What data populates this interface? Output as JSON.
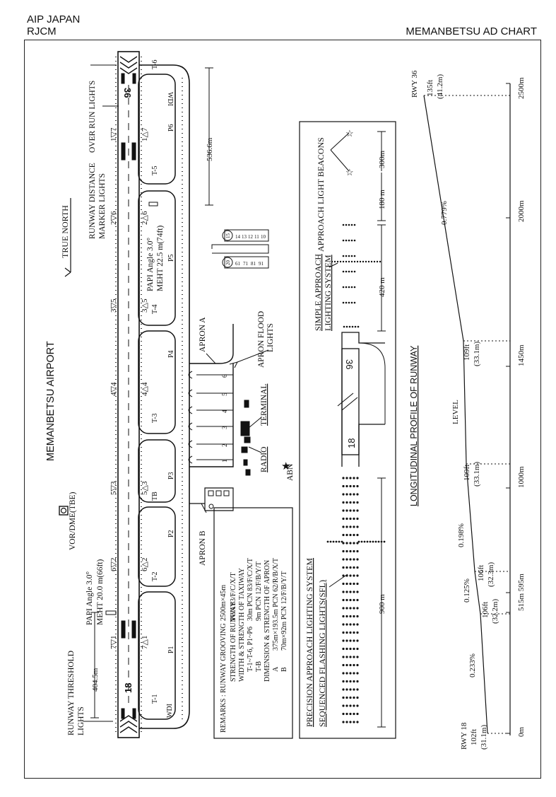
{
  "header": {
    "publication": "AIP JAPAN",
    "location_indicator": "RJCM",
    "chart_title": "MEMANBETSU AD CHART"
  },
  "airport": {
    "name": "MEMANBETSU AIRPORT",
    "true_north": "TRUE NORTH",
    "navaid": "VOR/DME(TBE)",
    "abn": "ABN",
    "radio": "RADIO",
    "terminal": "TERMINAL",
    "apron_flood_lights": "APRON FLOOD LIGHTS",
    "apron_a": "APRON A",
    "apron_b": "APRON B",
    "runway_designator_south": "18",
    "runway_designator_north": "36",
    "wdi": "WDI",
    "taxiways": [
      "T-1",
      "T-2",
      "TB",
      "T-3",
      "T-4",
      "T-5",
      "T-6"
    ],
    "parking": [
      "P1",
      "P2",
      "P3",
      "P4",
      "P5",
      "P6"
    ],
    "distance_markers": [
      "7▽1",
      "7△1",
      "6▽2",
      "6△2",
      "5▽3",
      "5△3",
      "4▽4",
      "4△4",
      "3▽5",
      "3△5",
      "2▽6",
      "2△6",
      "1▽7",
      "1△7"
    ],
    "stands": [
      "1",
      "2",
      "3",
      "4",
      "5",
      "6"
    ],
    "gates_upper": [
      "14",
      "13",
      "12",
      "11",
      "10"
    ],
    "gates_lower": [
      "61",
      "71",
      "81",
      "91"
    ],
    "gate_circle_upper": "15",
    "gate_circle_lower": "20"
  },
  "labels": {
    "runway_threshold_lights": [
      "RUNWAY THRESHOLD",
      "LIGHTS"
    ],
    "runway_distance_marker_lights": [
      "RUNWAY DISTANCE",
      "MARKER LIGHTS"
    ],
    "over_run_lights": "OVER RUN LIGHTS",
    "papi_south": [
      "PAPI Angle 3.0°",
      "MEHT 20.0 m(66ft)"
    ],
    "papi_north": [
      "PAPI Angle 3.0°",
      "MEHT 22.5 m(74ft)"
    ],
    "dist_404": "404.5m",
    "dist_536": "536.6m"
  },
  "remarks": {
    "heading": "REMARKS : RUNWAY GROOVING",
    "rows": [
      {
        "label": "STRENGTH OF RUNWAY",
        "value": "PCN 83/F/C/X/T"
      },
      {
        "label": "WIDTH & STRENGTH OF TAXIWAY",
        "value": ""
      },
      {
        "label": "T-1~T-6, P1~P6",
        "value": "30m    PCN 83/F/C/X/T"
      },
      {
        "label": "T-B",
        "value": "9m      PCN 12/F/B/Y/T"
      },
      {
        "label": "DIMENSION & STRENGTH OF APRON",
        "value": ""
      },
      {
        "label": "A",
        "value": "375m×193.5m   PCN 62/R/B/X/T"
      },
      {
        "label": "B",
        "value": "70m×92m       PCN 12/F/B/Y/T"
      }
    ],
    "grooving_value": "2500m×45m"
  },
  "lighting": {
    "precision_title": "PRECISION APPROACH LIGHTING SYSTEM",
    "sfl": "SEQUENCED FLASHING LIGHTS(SFL)",
    "simple_title": [
      "SIMPLE APPROACH",
      "LIGHTING SYSTEM"
    ],
    "beacons_title": "APPROACH LIGHT BEACONS",
    "dist_900": "900 m",
    "dist_420": "420 m",
    "dist_180": "180 m",
    "dist_300": "300m",
    "rwy_18": "18",
    "rwy_36": "36"
  },
  "profile": {
    "title": "LONGITUDINAL PROFILE OF RUNWAY",
    "rwy18": "RWY 18",
    "rwy18_elev": [
      "102ft",
      "(31.1m)"
    ],
    "rwy36": "RWY 36",
    "rwy36_elev": [
      "135ft",
      "(41.2m)"
    ],
    "scale": [
      "0m",
      "515m 595m",
      "1000m",
      "1450m",
      "2000m",
      "2500m"
    ],
    "slopes": [
      "0.233%",
      "0.125%",
      "0.198%",
      "LEVEL",
      "0.779%"
    ],
    "elevations": [
      {
        "ft": "106ft",
        "m": "(32.2m)"
      },
      {
        "ft": "106ft",
        "m": "(32.3m)"
      },
      {
        "ft": "109ft",
        "m": "(33.1m)"
      },
      {
        "ft": "109ft",
        "m": "(33.1m)"
      }
    ]
  },
  "colors": {
    "ink": "#111111",
    "paper": "#ffffff"
  }
}
